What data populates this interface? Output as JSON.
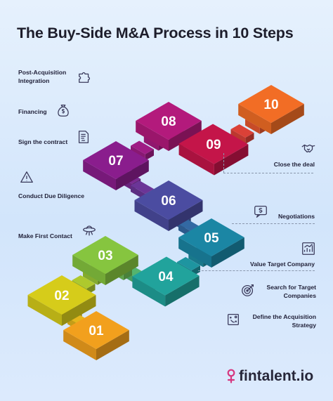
{
  "title": "The Buy-Side M&A Process in 10 Steps",
  "steps": [
    {
      "number": "01",
      "label": "Define the Acquisition Strategy",
      "color": "#f2a01d",
      "icon": "strategy-icon"
    },
    {
      "number": "02",
      "label": "Search for Target Companies",
      "color": "#d6cc1a",
      "icon": "target-icon"
    },
    {
      "number": "03",
      "label": "Make First Contact",
      "color": "#86c53f",
      "icon": "ufo-icon"
    },
    {
      "number": "04",
      "label": "Value Target Company",
      "color": "#21a39c",
      "icon": "valuation-chart-icon"
    },
    {
      "number": "05",
      "label": "Negotiations",
      "color": "#1b86a4",
      "icon": "money-chat-icon"
    },
    {
      "number": "06",
      "label": "Conduct Due Diligence",
      "color": "#4b4ca1",
      "icon": "caution-document-icon"
    },
    {
      "number": "07",
      "label": "Sign the contract",
      "color": "#8a1d8d",
      "icon": "contract-signing-icon"
    },
    {
      "number": "08",
      "label": "Financing",
      "color": "#b31a7c",
      "icon": "money-bag-icon"
    },
    {
      "number": "09",
      "label": "Close the deal",
      "color": "#c41549",
      "icon": "handshake-icon"
    },
    {
      "number": "10",
      "label": "Post-Acquisition Integration",
      "color": "#f26d25",
      "icon": "puzzle-icon"
    }
  ],
  "brand": {
    "name": "fintalent.io",
    "color": "#d6377f"
  }
}
